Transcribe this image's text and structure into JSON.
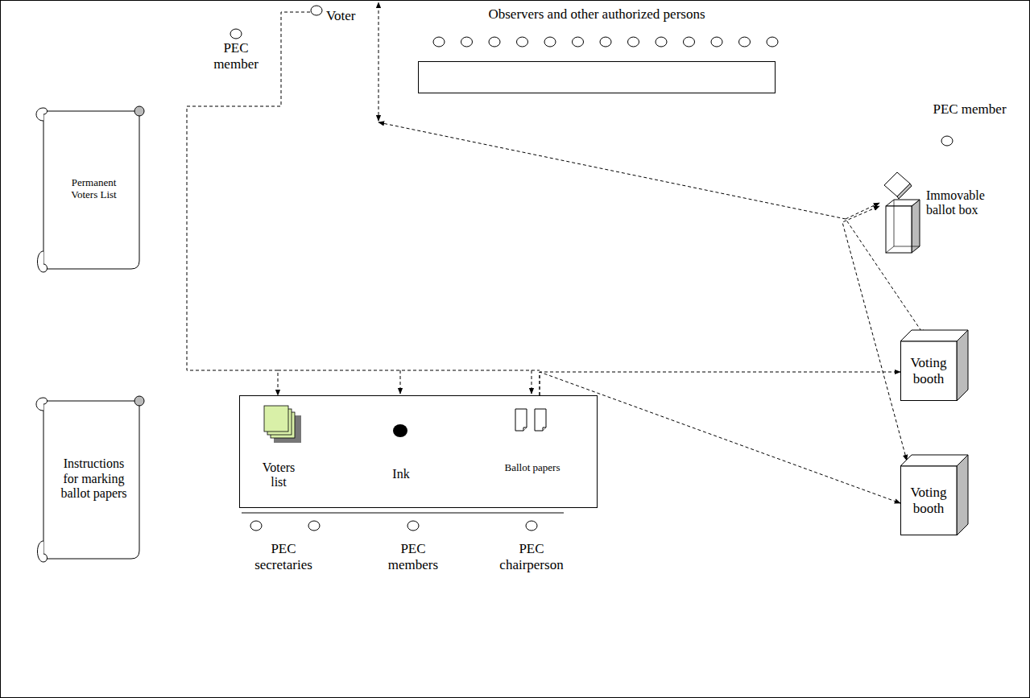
{
  "diagram": {
    "nodes": [
      {
        "text": [
          "Voter"
        ]
      },
      {
        "text": [
          "PEC member"
        ]
      },
      {
        "text": [
          "Observers and other authorized persons"
        ]
      },
      {
        "text": [
          "PEC member"
        ]
      },
      {
        "text": [
          "Immovable ballot box"
        ]
      },
      {
        "text": [
          "Permanent Voters List"
        ]
      },
      {
        "text": [
          "Instructions for marking ballot papers"
        ]
      },
      {
        "text": [
          "Voters list",
          "Ink",
          "Ballot papers"
        ]
      },
      {
        "text": [
          "Voting booth"
        ]
      },
      {
        "text": [
          "Voting booth"
        ]
      },
      {
        "text": [
          "PEC secretaries"
        ]
      },
      {
        "text": [
          "PEC members"
        ]
      },
      {
        "text": [
          "PEC chairperson"
        ]
      }
    ],
    "edges": [
      {
        "from": 0,
        "to": 7,
        "arrow": "to"
      },
      {
        "from": 7,
        "to": 8,
        "arrow": "to"
      },
      {
        "from": 7,
        "to": 9,
        "arrow": "to"
      },
      {
        "from": 8,
        "to": 4,
        "arrow": "both"
      },
      {
        "from": 9,
        "to": 4,
        "arrow": "both"
      }
    ]
  }
}
